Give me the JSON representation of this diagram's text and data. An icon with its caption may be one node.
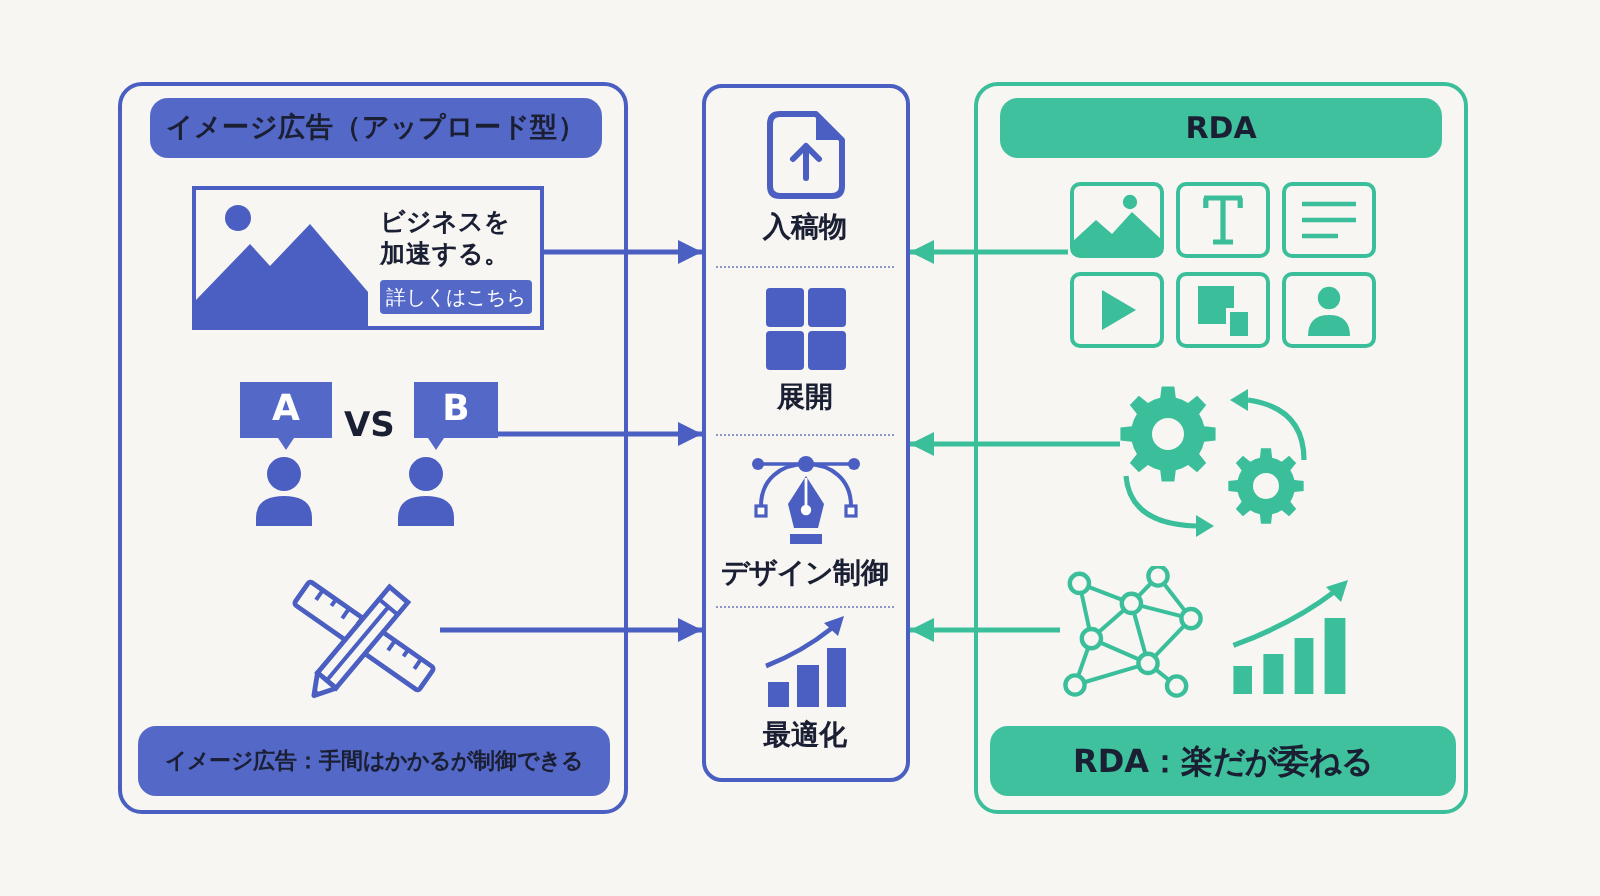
{
  "diagram": {
    "nodes": [
      {
        "text": [],
        "shape": "box"
      },
      {
        "text": [
          "イメージ広告（アップロード型）"
        ],
        "in": 0
      },
      {
        "text": [
          "ビジネスを加速する。"
        ],
        "in": 0
      },
      {
        "text": [
          "詳しくはこちら"
        ],
        "in": 2
      },
      {
        "text": [
          "A"
        ],
        "in": 0
      },
      {
        "text": [
          "B"
        ],
        "in": 0
      },
      {
        "text": [],
        "shape": "picture",
        "in": 0
      },
      {
        "text": [
          "イメージ広告：手間はかかるが制御できる"
        ],
        "in": 0
      },
      {
        "text": [],
        "shape": "box"
      },
      {
        "text": [
          "入稿物"
        ],
        "in": 8
      },
      {
        "text": [
          "展開"
        ],
        "in": 8
      },
      {
        "text": [
          "デザイン制御"
        ],
        "in": 8
      },
      {
        "text": [
          "最適化"
        ],
        "in": 8
      },
      {
        "text": [],
        "shape": "box"
      },
      {
        "text": [
          "RDA"
        ],
        "in": 13
      },
      {
        "text": [],
        "shape": "picture",
        "in": 13
      },
      {
        "text": [],
        "shape": "picture",
        "in": 13
      },
      {
        "text": [],
        "shape": "picture",
        "in": 13
      },
      {
        "text": [
          "RDA：楽だが委ねる"
        ],
        "in": 13
      }
    ],
    "edges": [
      {
        "from": 2,
        "to": 8,
        "arrow": "to",
        "color": "#4a5fc1"
      },
      {
        "from": 5,
        "to": 8,
        "arrow": "to",
        "color": "#4a5fc1"
      },
      {
        "from": 6,
        "to": 8,
        "arrow": "to",
        "color": "#4a5fc1"
      },
      {
        "from": 15,
        "to": 8,
        "arrow": "to",
        "color": "#3bbf9b"
      },
      {
        "from": 16,
        "to": 8,
        "arrow": "to",
        "color": "#3bbf9b"
      },
      {
        "from": 17,
        "to": 8,
        "arrow": "to",
        "color": "#3bbf9b"
      }
    ],
    "labels": [
      "VS"
    ]
  }
}
